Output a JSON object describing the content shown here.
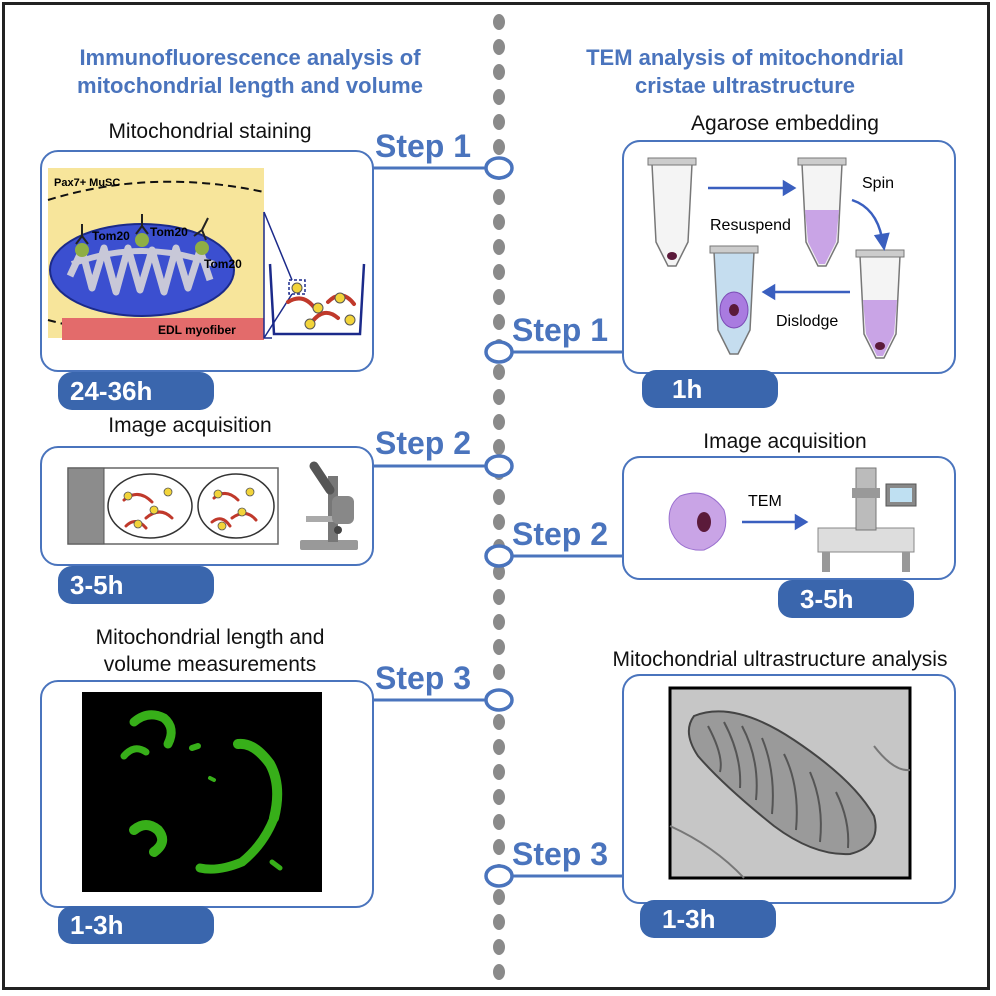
{
  "left": {
    "heading_line1": "Immunofluorescence analysis of",
    "heading_line2": "mitochondrial length and volume",
    "step1": {
      "title": "Mitochondrial staining",
      "step": "Step 1",
      "time": "24-36h",
      "labels": {
        "musc": "Pax7+ MuSC",
        "tom20": "Tom20",
        "myofiber": "EDL myofiber"
      }
    },
    "step2": {
      "title": "Image acquisition",
      "step": "Step 2",
      "time": "3-5h"
    },
    "step3": {
      "title_line1": "Mitochondrial length and",
      "title_line2": "volume measurements",
      "step": "Step 3",
      "time": "1-3h"
    }
  },
  "right": {
    "heading_line1": "TEM analysis of mitochondrial",
    "heading_line2": "cristae ultrastructure",
    "step1": {
      "title": "Agarose embedding",
      "step": "Step 1",
      "time": "1h",
      "labels": {
        "resuspend": "Resuspend",
        "spin": "Spin",
        "dislodge": "Dislodge"
      }
    },
    "step2": {
      "title": "Image acquisition",
      "step": "Step 2",
      "time": "3-5h",
      "labels": {
        "tem": "TEM"
      }
    },
    "step3": {
      "title": "Mitochondrial ultrastructure analysis",
      "step": "Step 3",
      "time": "1-3h"
    }
  },
  "colors": {
    "accent": "#4a74bd",
    "badge": "#3a66ad",
    "divider_dots": "#8a8a8a",
    "fluorescence": "#3ec21c"
  }
}
